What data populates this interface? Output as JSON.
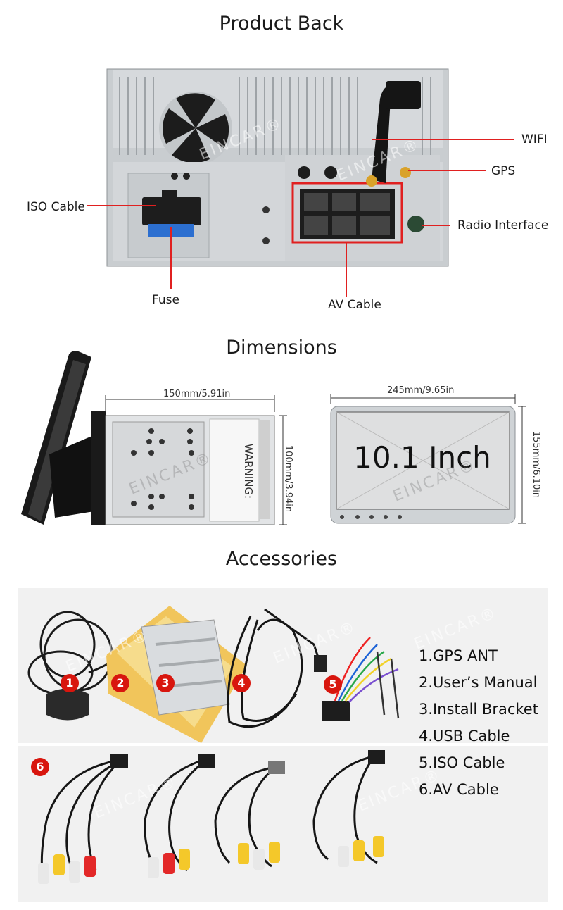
{
  "sections": {
    "product_back": "Product Back",
    "dimensions": "Dimensions",
    "accessories": "Accessories"
  },
  "callouts": {
    "wifi": "WIFI",
    "gps": "GPS",
    "iso_cable": "ISO Cable",
    "radio_interface": "Radio Interface",
    "fuse": "Fuse",
    "av_cable": "AV Cable"
  },
  "dimensions": {
    "side_width": "150mm/5.91in",
    "side_height": "100mm/3.94in",
    "front_width": "245mm/9.65in",
    "front_height": "155mm/6.10in",
    "screen_size": "10.1 Inch",
    "warning_label": "WARNING:"
  },
  "watermark": "EINCAR®",
  "accessories": {
    "items": [
      "1.GPS ANT",
      "2.User’s Manual",
      "3.Install Bracket",
      "4.USB Cable",
      "5.ISO Cable",
      "6.AV Cable"
    ],
    "badges": [
      "1",
      "2",
      "3",
      "4",
      "5",
      "6"
    ]
  },
  "colors": {
    "callout_line": "#e02020",
    "badge": "#d8160e",
    "metal": "#cfd3d6"
  }
}
